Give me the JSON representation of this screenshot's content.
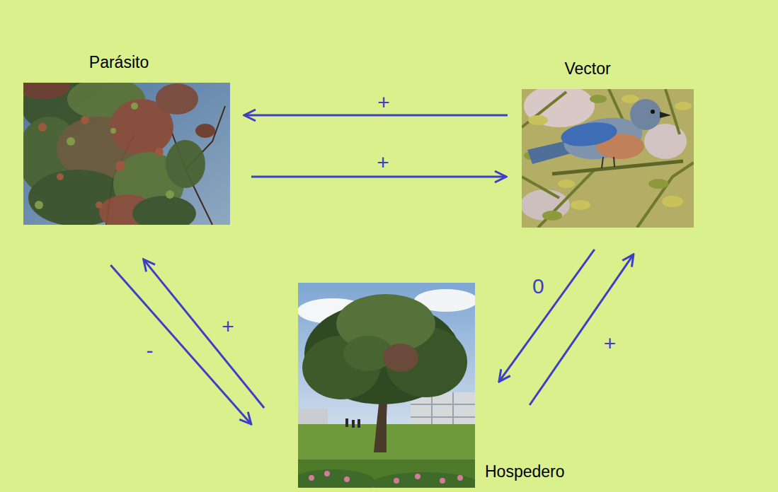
{
  "diagram": {
    "nodes": [
      {
        "text": [
          "Parásito"
        ]
      },
      {
        "text": [
          "Vector"
        ]
      },
      {
        "text": [
          "Hospedero"
        ]
      }
    ],
    "edges": [
      {
        "from": 1,
        "to": 0,
        "arrow": "to",
        "label": "+"
      },
      {
        "from": 0,
        "to": 1,
        "arrow": "to",
        "label": "+"
      },
      {
        "from": 0,
        "to": 2,
        "arrow": "to",
        "label": "-"
      },
      {
        "from": 2,
        "to": 0,
        "arrow": "to",
        "label": "+"
      },
      {
        "from": 1,
        "to": 2,
        "arrow": "to",
        "label": "0"
      },
      {
        "from": 2,
        "to": 1,
        "arrow": "to",
        "label": "+"
      }
    ]
  }
}
